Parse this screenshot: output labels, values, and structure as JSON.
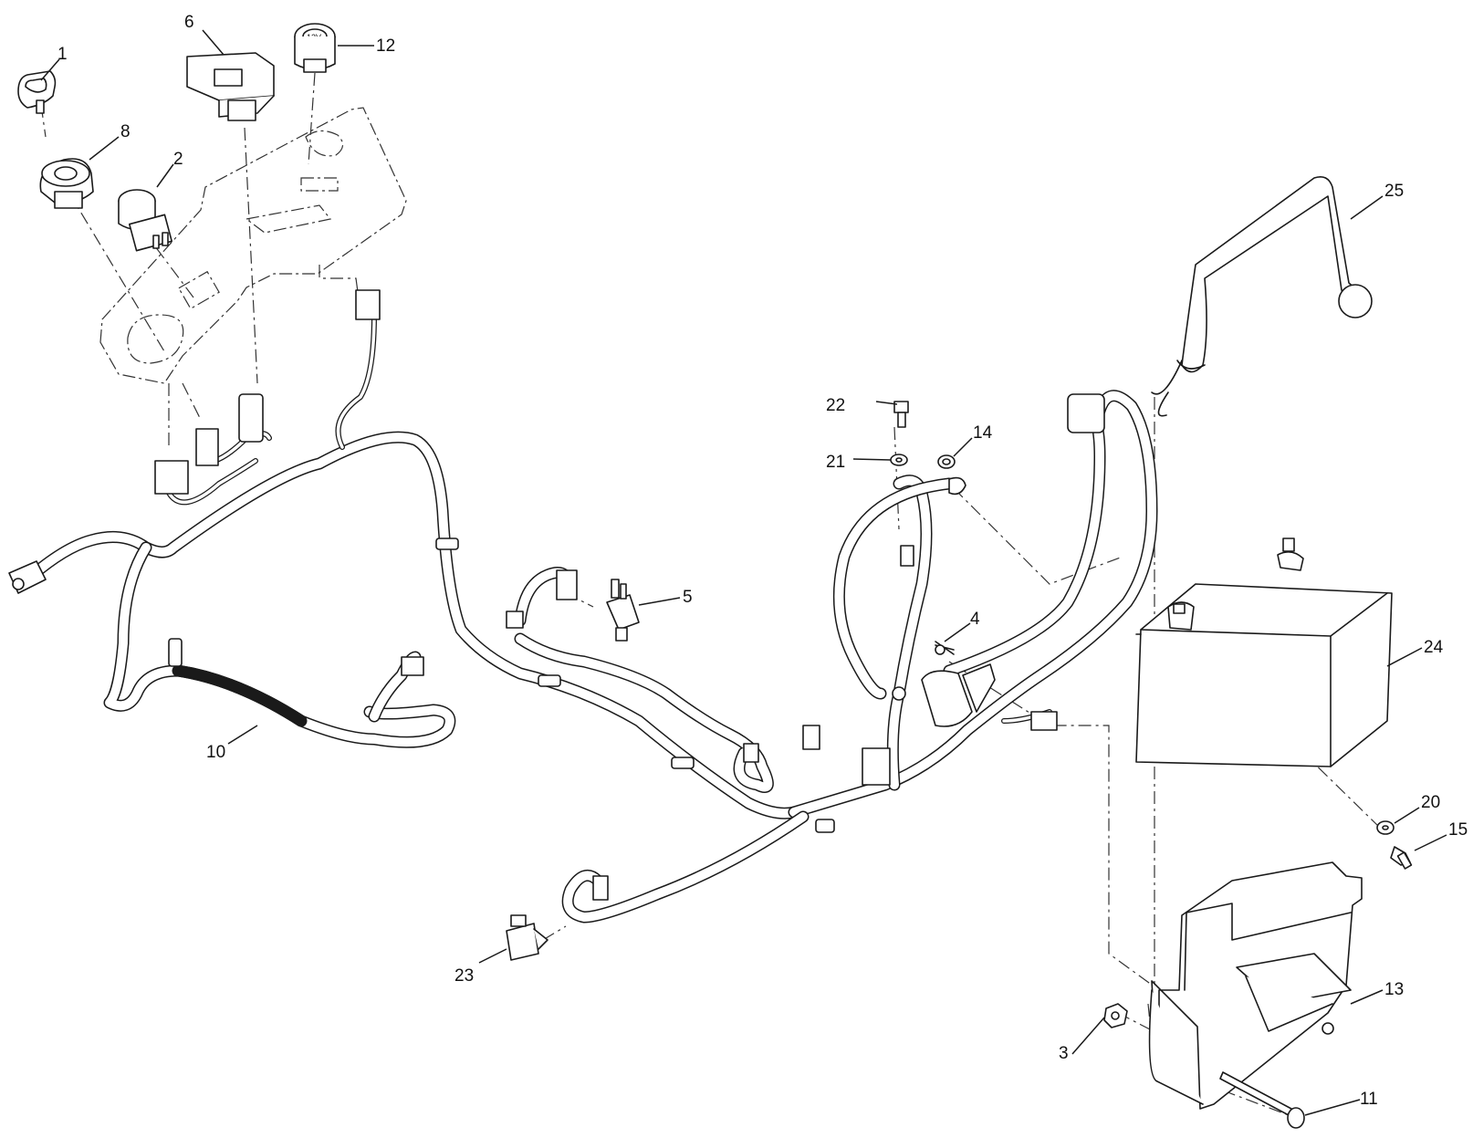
{
  "callouts": [
    {
      "id": "1",
      "label": "1"
    },
    {
      "id": "2",
      "label": "2"
    },
    {
      "id": "3",
      "label": "3"
    },
    {
      "id": "4",
      "label": "4"
    },
    {
      "id": "5",
      "label": "5"
    },
    {
      "id": "6",
      "label": "6"
    },
    {
      "id": "8",
      "label": "8"
    },
    {
      "id": "10",
      "label": "10"
    },
    {
      "id": "11",
      "label": "11"
    },
    {
      "id": "12",
      "label": "12"
    },
    {
      "id": "13",
      "label": "13"
    },
    {
      "id": "14",
      "label": "14"
    },
    {
      "id": "15",
      "label": "15"
    },
    {
      "id": "20",
      "label": "20"
    },
    {
      "id": "21",
      "label": "21"
    },
    {
      "id": "22",
      "label": "22"
    },
    {
      "id": "23",
      "label": "23"
    },
    {
      "id": "24",
      "label": "24"
    },
    {
      "id": "25",
      "label": "25"
    }
  ],
  "socket_marking": "12V"
}
